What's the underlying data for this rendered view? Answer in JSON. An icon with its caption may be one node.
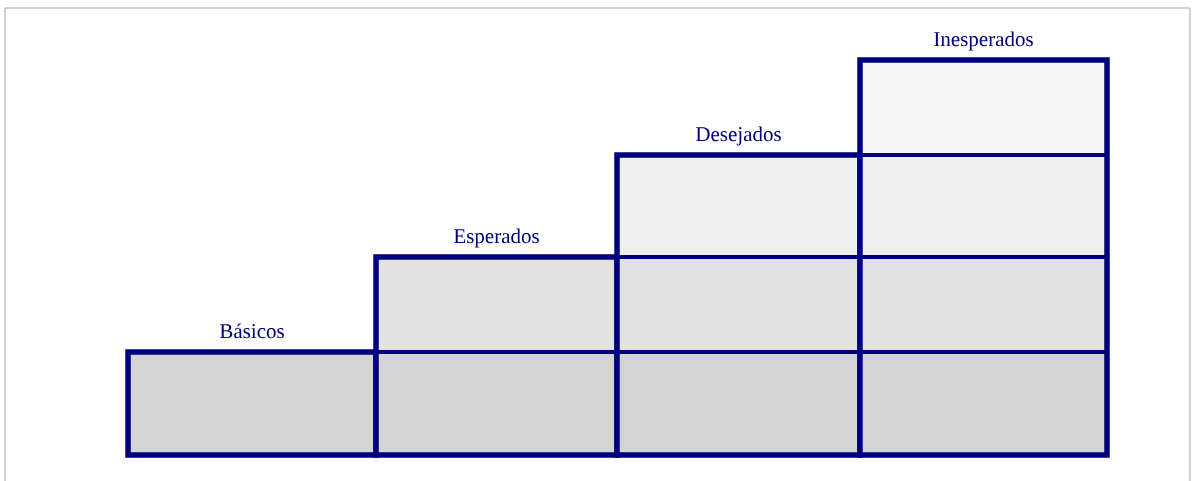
{
  "diagram": {
    "nodes": [
      {
        "text": [
          "Básicos"
        ]
      },
      {
        "text": [
          "Esperados"
        ]
      },
      {
        "text": [
          "Desejados"
        ]
      },
      {
        "text": [
          "Inesperados"
        ]
      }
    ]
  }
}
